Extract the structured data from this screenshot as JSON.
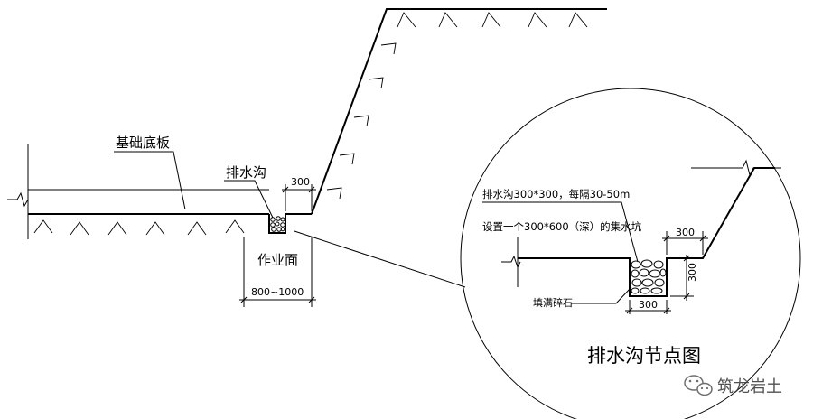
{
  "main_section": {
    "foundation_slab_label": "基础底板",
    "drain_ditch_label": "排水沟",
    "ditch_offset_dim": "300",
    "work_face_label": "作业面",
    "work_face_width_dim": "800~1000"
  },
  "detail": {
    "note_line1": "排水沟300*300，每隔30-50m",
    "note_line2": "设置一个300*600（深）的集水坑",
    "gravel_label": "填满碎石",
    "offset_dim": "300",
    "depth_dim": "300",
    "width_dim": "300",
    "title": "排水沟节点图"
  },
  "watermark": {
    "text": "筑龙岩土",
    "icon": "wechat-icon"
  }
}
